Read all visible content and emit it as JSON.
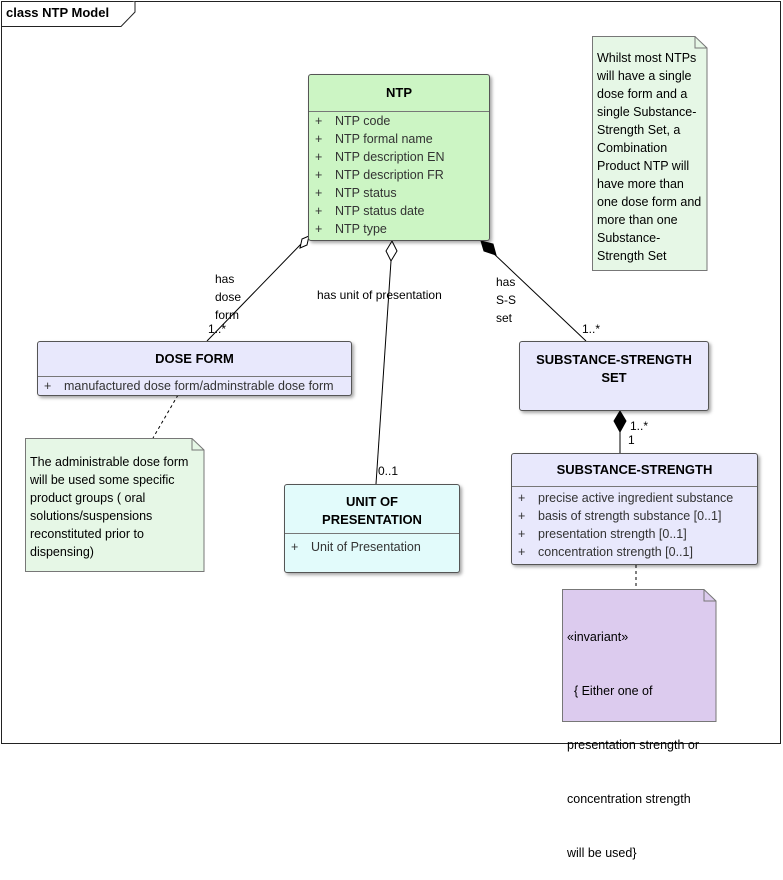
{
  "frame": {
    "title": "class NTP Model"
  },
  "classes": {
    "ntp": {
      "name": "NTP",
      "attributes": [
        "NTP code",
        "NTP formal name",
        "NTP description EN",
        "NTP description FR",
        "NTP status",
        "NTP status date",
        "NTP type"
      ]
    },
    "dose_form": {
      "name": "DOSE FORM",
      "attributes": [
        "manufactured dose form/adminstrable dose form"
      ]
    },
    "unit_of_presentation": {
      "name_line1": "UNIT OF",
      "name_line2": "PRESENTATION",
      "attributes": [
        "Unit of Presentation"
      ]
    },
    "ss_set": {
      "name_line1": "SUBSTANCE-STRENGTH",
      "name_line2": "SET"
    },
    "substance_strength": {
      "name": "SUBSTANCE-STRENGTH",
      "attributes": [
        "precise active ingredient substance",
        "basis of strength substance [0..1]",
        "presentation strength [0..1]",
        "concentration strength [0..1]"
      ]
    }
  },
  "attr_marker": "+",
  "associations": {
    "has_dose_form": {
      "lines": [
        "has",
        "dose",
        "form"
      ],
      "multiplicity": "1..*"
    },
    "has_unit_of_presentation": {
      "label": "has unit of presentation",
      "multiplicity": "0..1"
    },
    "has_ss_set": {
      "lines": [
        "has",
        "S-S",
        "set"
      ],
      "multiplicity": "1..*"
    },
    "set_to_substance": {
      "multiplicity_top": "1..*",
      "multiplicity_bottom": "1"
    }
  },
  "notes": {
    "combination": [
      "Whilst most NTPs",
      "will have a single",
      "dose form and a",
      "single Substance-",
      "Strength Set, a",
      "Combination",
      "Product NTP will",
      "have more than",
      "one dose form and",
      "more than one",
      "Substance-",
      "Strength Set"
    ],
    "dose_form_note": [
      "The administrable dose form",
      "will be used some specific",
      "product groups  ( oral",
      "solutions/suspensions",
      "reconstituted prior to",
      "dispensing)"
    ],
    "invariant": [
      "«invariant»",
      "  { Either one of",
      "presentation strength or",
      "concentration strength",
      "will be used}"
    ]
  }
}
